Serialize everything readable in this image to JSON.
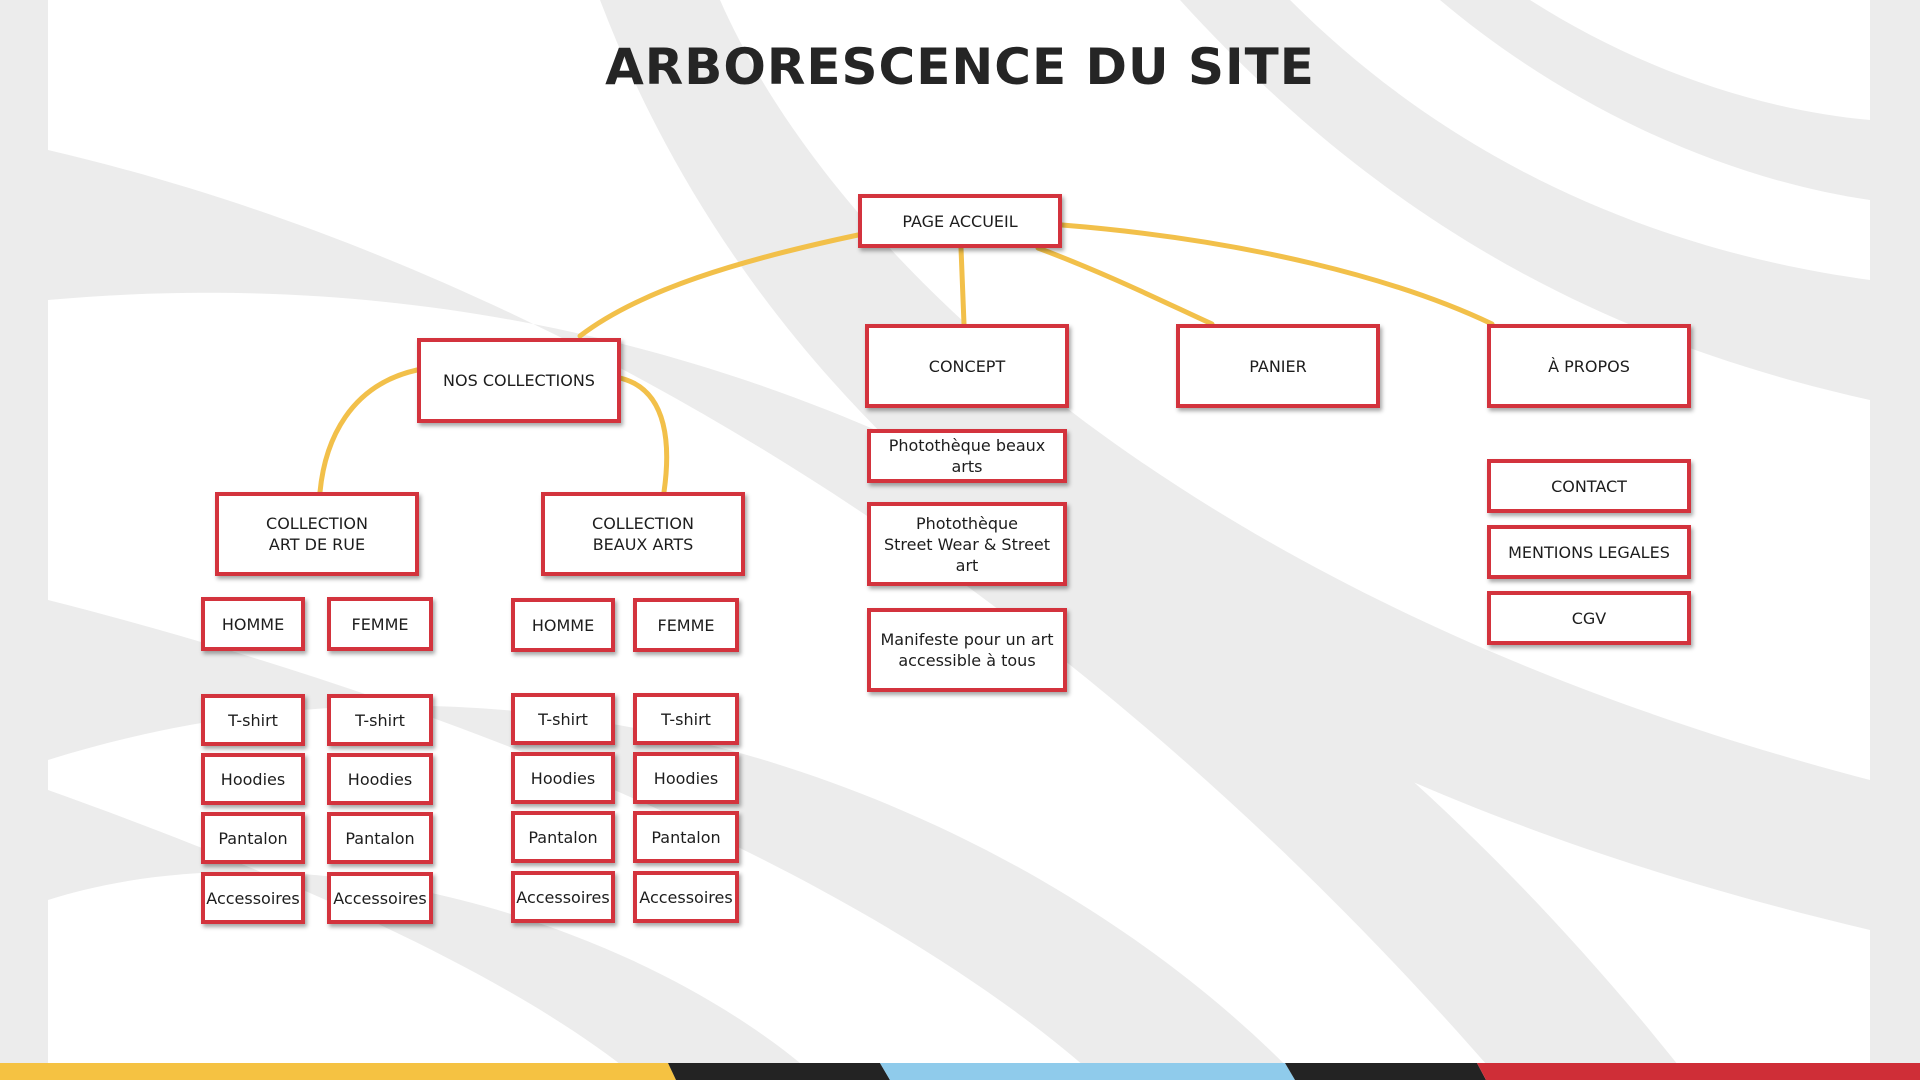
{
  "title": "ARBORESCENCE DU SITE",
  "colors": {
    "box_border": "#d3333d",
    "connector": "#f2c04a",
    "title": "#252525",
    "band_grey": "#ececec",
    "stripe_yellow": "#f5c242",
    "stripe_dark": "#232323",
    "stripe_blue": "#8fcbeb",
    "stripe_red": "#cf2e37"
  },
  "nodes": {
    "accueil": "PAGE ACCUEIL",
    "collections": "NOS COLLECTIONS",
    "concept": "CONCEPT",
    "panier": "PANIER",
    "apropos": "À PROPOS",
    "col_rue": "COLLECTION\nART DE RUE",
    "col_beaux": "COLLECTION\nBEAUX ARTS",
    "rue_homme": "HOMME",
    "rue_femme": "FEMME",
    "beaux_homme": "HOMME",
    "beaux_femme": "FEMME",
    "concept_items": [
      "Photothèque beaux arts",
      "Photothèque\nStreet Wear & Street art",
      "Manifeste pour un art\naccessible à tous"
    ],
    "apropos_items": [
      "CONTACT",
      "MENTIONS LEGALES",
      "CGV"
    ],
    "products": [
      "T-shirt",
      "Hoodies",
      "Pantalon",
      "Accessoires"
    ]
  }
}
